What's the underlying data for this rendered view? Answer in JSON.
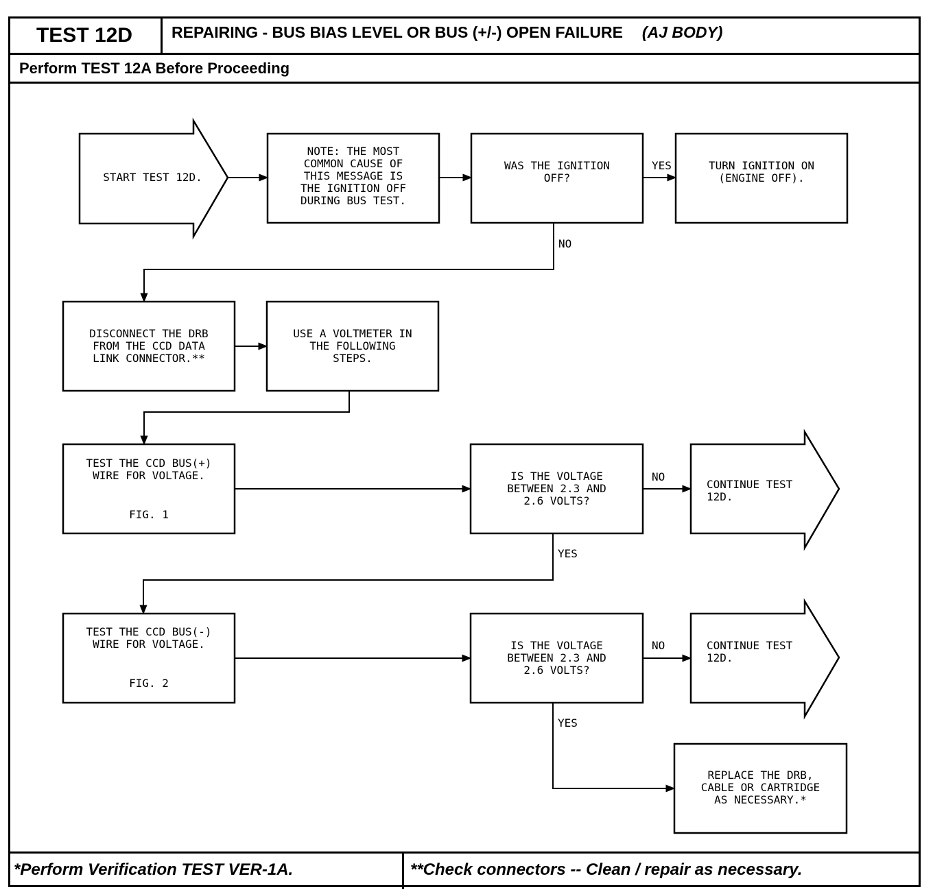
{
  "header": {
    "test_id": "TEST 12D",
    "title": "REPAIRING - BUS BIAS LEVEL OR BUS (+/-) OPEN FAILURE",
    "body_tag": "(AJ BODY)",
    "prerequisite": "Perform TEST 12A Before Proceeding"
  },
  "nodes": {
    "start": "START TEST 12D.",
    "note": "NOTE: THE MOST\nCOMMON CAUSE OF\nTHIS MESSAGE IS\nTHE IGNITION OFF\nDURING BUS TEST.",
    "q_ignition": "WAS THE IGNITION\nOFF?",
    "turn_on": "TURN IGNITION ON\n(ENGINE OFF).",
    "disconnect": "DISCONNECT THE DRB\nFROM THE CCD DATA\nLINK CONNECTOR.**",
    "voltmeter": "USE A VOLTMETER IN\nTHE FOLLOWING\nSTEPS.",
    "test_plus": "TEST THE CCD BUS(+)\nWIRE FOR VOLTAGE.",
    "fig1": "FIG. 1",
    "q_volt1": "IS THE VOLTAGE\nBETWEEN 2.3 AND\n2.6 VOLTS?",
    "continue1": "CONTINUE TEST\n12D.",
    "test_minus": "TEST THE CCD BUS(-)\nWIRE FOR VOLTAGE.",
    "fig2": "FIG. 2",
    "q_volt2": "IS THE VOLTAGE\nBETWEEN 2.3 AND\n2.6 VOLTS?",
    "continue2": "CONTINUE TEST\n12D.",
    "replace": "REPLACE THE DRB,\nCABLE OR CARTRIDGE\nAS NECESSARY.*"
  },
  "edge_labels": {
    "yes1": "YES",
    "no1": "NO",
    "no2": "NO",
    "yes2": "YES",
    "no3": "NO",
    "yes3": "YES"
  },
  "footer": {
    "left": "*Perform Verification TEST VER-1A.",
    "right": "**Check connectors -- Clean / repair as necessary."
  }
}
